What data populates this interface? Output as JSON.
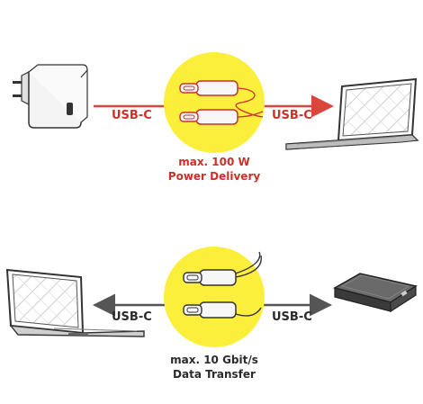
{
  "power_section": {
    "left_cable_label": "USB-C",
    "right_cable_label": "USB-C",
    "caption_line1": "max. 100 W",
    "caption_line2": "Power Delivery"
  },
  "data_section": {
    "left_cable_label": "USB-C",
    "right_cable_label": "USB-C",
    "caption_line1": "max. 10 Gbit/s",
    "caption_line2": "Data Transfer"
  },
  "colors": {
    "power_arrow": "#d9463a",
    "data_arrow": "#555555",
    "badge": "#fbef3c",
    "power_caption": "#c8322a",
    "data_caption": "#2b2b2b"
  },
  "icons": [
    "power-adapter-icon",
    "laptop-icon",
    "usb-c-cable-icon",
    "external-ssd-icon"
  ]
}
